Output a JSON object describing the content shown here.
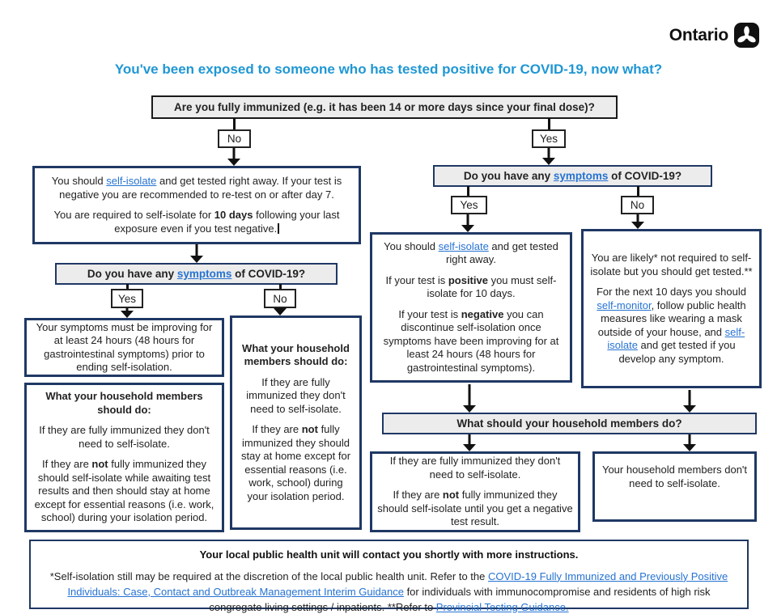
{
  "header": {
    "logo_text": "Ontario",
    "title": "You've been exposed to someone who has tested positive for COVID-19, now what?"
  },
  "labels": {
    "yes": "Yes",
    "no": "No"
  },
  "colors": {
    "accent_navy": "#1f3864",
    "title_blue": "#1f97d4",
    "link_blue": "#2673d2",
    "question_bg": "#ececec"
  },
  "boxes": {
    "q1": {
      "paras": [
        [
          {
            "t": "Are you fully immunized (e.g. it has been 14 or more days since your final dose)?",
            "b": true
          }
        ]
      ]
    },
    "left_main": {
      "paras": [
        [
          {
            "t": "You should "
          },
          {
            "t": "self-isolate",
            "link": true
          },
          {
            "t": " and get tested right away. If your test is negative you are recommended to re-test on or after day 7."
          }
        ],
        [
          {
            "t": "You are required to self-isolate for "
          },
          {
            "t": "10 days",
            "b": true
          },
          {
            "t": " following your last exposure even if you test negative."
          },
          {
            "cursor": true
          }
        ]
      ]
    },
    "q2_left": {
      "paras": [
        [
          {
            "t": "Do you have any ",
            "b": true
          },
          {
            "t": "symptoms",
            "link": true,
            "b": true
          },
          {
            "t": " of COVID-19?",
            "b": true
          }
        ]
      ]
    },
    "res_improving": {
      "paras": [
        [
          {
            "t": "Your symptoms must be improving for at least 24 hours (48 hours for gastrointestinal symptoms) prior to ending self-isolation."
          }
        ]
      ]
    },
    "hh_left_yes": {
      "paras": [
        [
          {
            "t": "What your household members should do:",
            "b": true
          }
        ],
        [
          {
            "t": "If they are fully immunized they don't need to self-isolate."
          }
        ],
        [
          {
            "t": "If they are "
          },
          {
            "t": "not",
            "b": true
          },
          {
            "t": " fully immunized they should self-isolate while awaiting test results and then should stay at home except for essential reasons (i.e. work, school) during your isolation period."
          }
        ]
      ]
    },
    "hh_left_no": {
      "paras": [
        [
          {
            "t": "What your household members should do:",
            "b": true
          }
        ],
        [
          {
            "t": "If they are fully immunized they don't need to self-isolate."
          }
        ],
        [
          {
            "t": "If they are "
          },
          {
            "t": "not",
            "b": true
          },
          {
            "t": " fully immunized they should stay at home except for essential reasons (i.e. work, school) during your isolation period."
          }
        ]
      ]
    },
    "q2_right": {
      "paras": [
        [
          {
            "t": "Do you have any ",
            "b": true
          },
          {
            "t": "symptoms",
            "link": true,
            "b": true
          },
          {
            "t": " of COVID-19?",
            "b": true
          }
        ]
      ]
    },
    "right_yes": {
      "paras": [
        [
          {
            "t": "You should "
          },
          {
            "t": "self-isolate",
            "link": true
          },
          {
            "t": " and get tested right away."
          }
        ],
        [
          {
            "t": "If your test is "
          },
          {
            "t": "positive",
            "b": true
          },
          {
            "t": " you must self-isolate for 10 days."
          }
        ],
        [
          {
            "t": "If your test is "
          },
          {
            "t": "negative",
            "b": true
          },
          {
            "t": " you can discontinue self-isolation once symptoms have been improving for at least 24 hours (48 hours for gastrointestinal symptoms)."
          }
        ]
      ]
    },
    "right_no": {
      "paras": [
        [
          {
            "t": "You are likely* not required to self-isolate but you should get tested.**"
          }
        ],
        [
          {
            "t": "For the next 10 days you should "
          },
          {
            "t": "self-monitor",
            "link": true
          },
          {
            "t": ", follow public health measures like wearing a mask outside of your house, and "
          },
          {
            "t": "self-isolate",
            "link": true
          },
          {
            "t": " and get tested if you develop any symptom."
          }
        ]
      ]
    },
    "hh_question": {
      "paras": [
        [
          {
            "t": "What should your household members do?",
            "b": true
          }
        ]
      ]
    },
    "hh_right_yes": {
      "paras": [
        [
          {
            "t": "If they are fully immunized they don't need to self-isolate."
          }
        ],
        [
          {
            "t": "If they are "
          },
          {
            "t": "not",
            "b": true
          },
          {
            "t": " fully immunized they should self-isolate until you get a negative test result."
          }
        ]
      ]
    },
    "hh_right_no": {
      "paras": [
        [
          {
            "t": "Your household members don't need to self-isolate."
          }
        ]
      ]
    },
    "footer": {
      "bold_line": "Your local public health unit will contact you shortly with more instructions.",
      "note": [
        {
          "t": "*Self-isolation still may be required at the discretion of the local public health unit. Refer to the "
        },
        {
          "t": "COVID-19 Fully Immunized and Previously Positive Individuals: Case, Contact and Outbreak Management Interim Guidance",
          "link": true
        },
        {
          "t": " for individuals with immunocompromise and residents of high risk congregate living settings / inpatients. **Refer to "
        },
        {
          "t": "Provincial Testing Guidance.",
          "link": true
        }
      ]
    }
  }
}
